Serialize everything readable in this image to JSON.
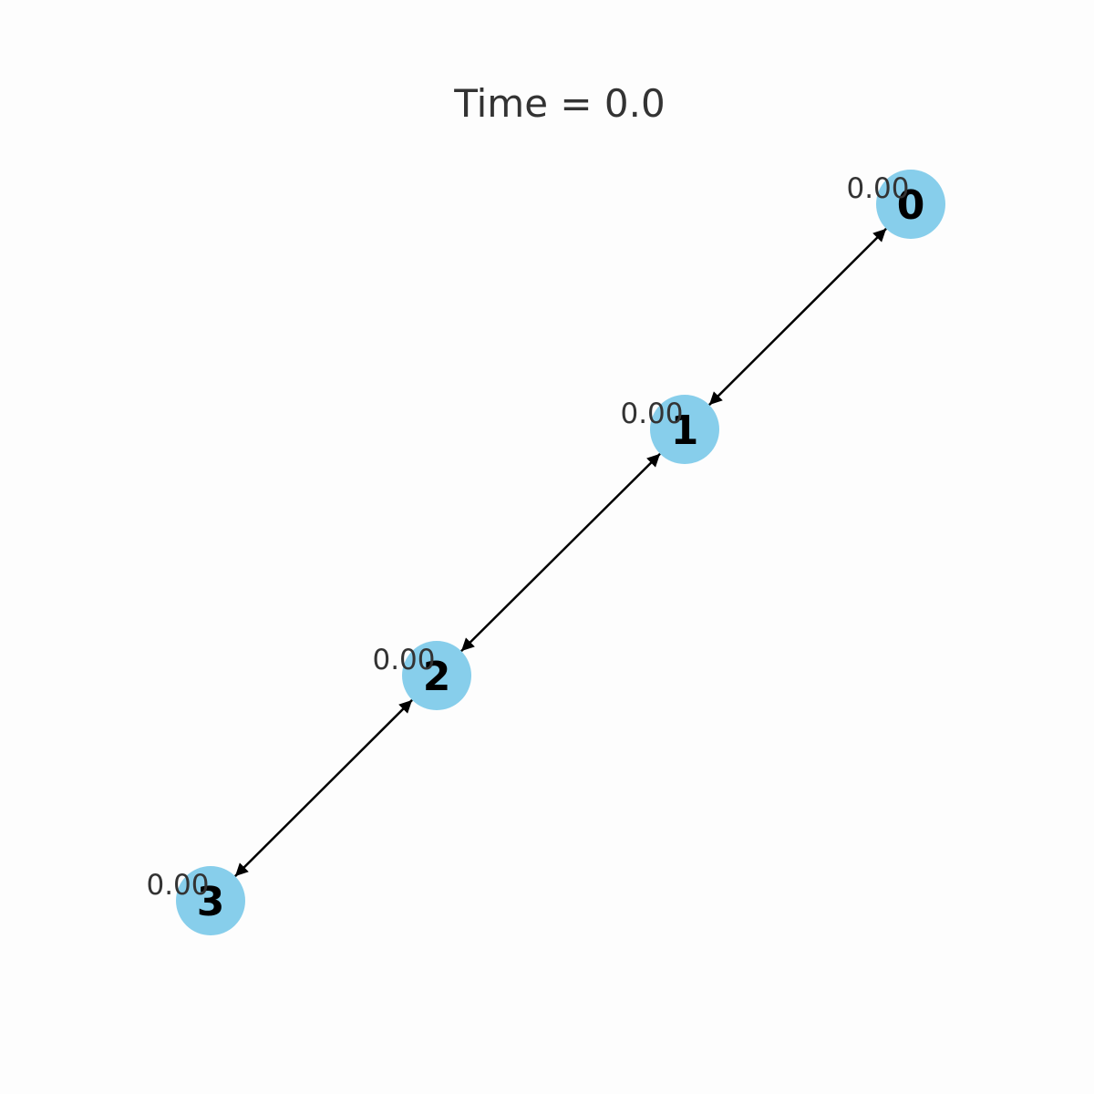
{
  "title": "Time = 0.0",
  "colors": {
    "background": "#fdfdfd",
    "node_fill": "#87ceeb",
    "edge": "#000000",
    "node_label": "#000000",
    "value_label": "#333333",
    "title": "#333333"
  },
  "nodes": [
    {
      "id": "0",
      "label": "0",
      "value": "0.00"
    },
    {
      "id": "1",
      "label": "1",
      "value": "0.00"
    },
    {
      "id": "2",
      "label": "2",
      "value": "0.00"
    },
    {
      "id": "3",
      "label": "3",
      "value": "0.00"
    }
  ],
  "edges": [
    {
      "from": "0",
      "to": "1",
      "direction": "both"
    },
    {
      "from": "1",
      "to": "2",
      "direction": "both"
    },
    {
      "from": "2",
      "to": "3",
      "direction": "both"
    }
  ]
}
